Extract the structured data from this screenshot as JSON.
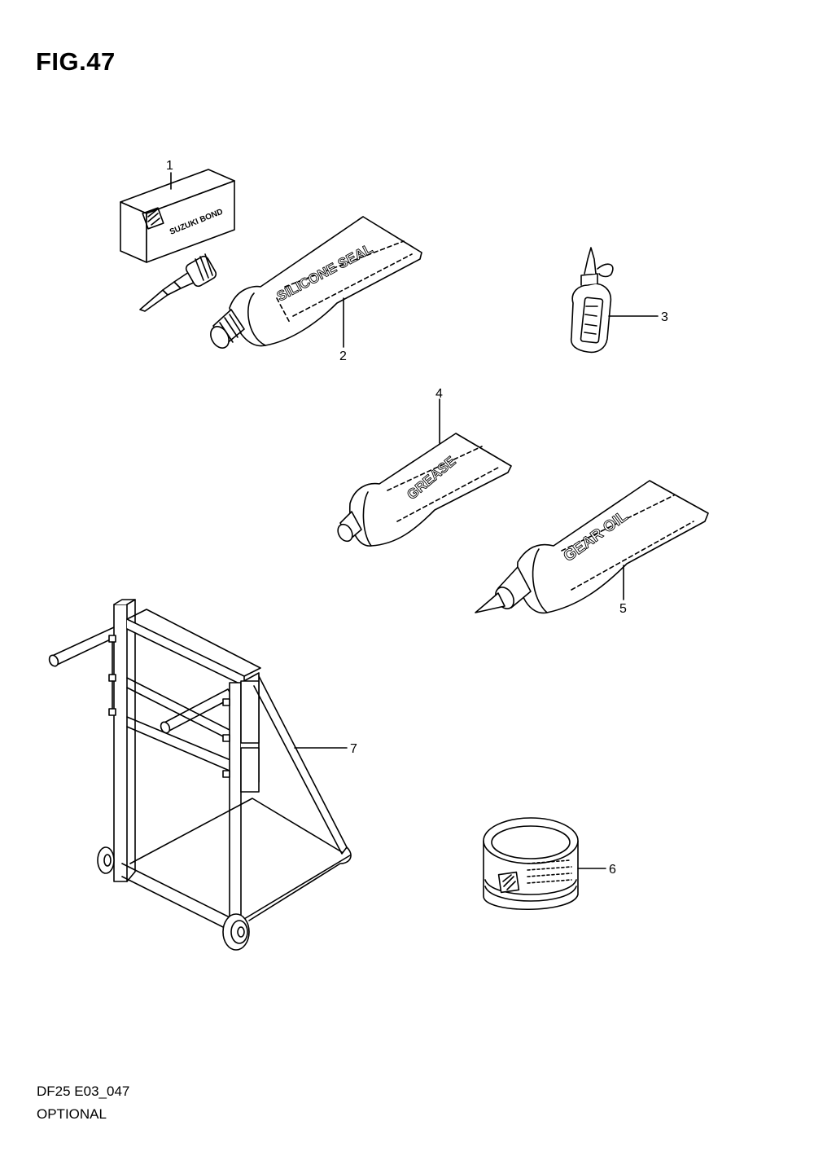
{
  "figure": {
    "title": "FIG.47",
    "code": "DF25 E03_047",
    "name": "OPTIONAL"
  },
  "parts": [
    {
      "callout": "1",
      "label": "SUZUKI BOND",
      "icon": "sealant-box-icon"
    },
    {
      "callout": "2",
      "label": "SILICONE SEAL",
      "icon": "sealant-tube-icon"
    },
    {
      "callout": "3",
      "label": "",
      "icon": "oil-bottle-icon"
    },
    {
      "callout": "4",
      "label": "GREASE",
      "icon": "grease-tube-icon"
    },
    {
      "callout": "5",
      "label": "GEAR OIL",
      "icon": "gear-oil-tube-icon"
    },
    {
      "callout": "6",
      "label": "",
      "icon": "grease-can-icon"
    },
    {
      "callout": "7",
      "label": "",
      "icon": "engine-stand-icon"
    }
  ]
}
